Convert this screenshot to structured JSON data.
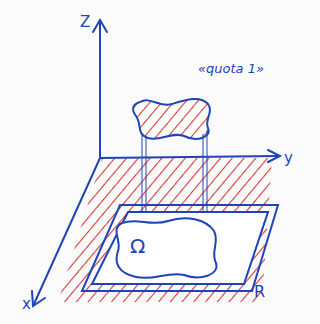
{
  "diagram": {
    "nodes": [
      {
        "text": [
          "R"
        ]
      },
      {
        "text": [
          "Ω"
        ],
        "in": 0
      }
    ],
    "labels": [
      "Z",
      "y",
      "x",
      "«quota 1»"
    ]
  }
}
